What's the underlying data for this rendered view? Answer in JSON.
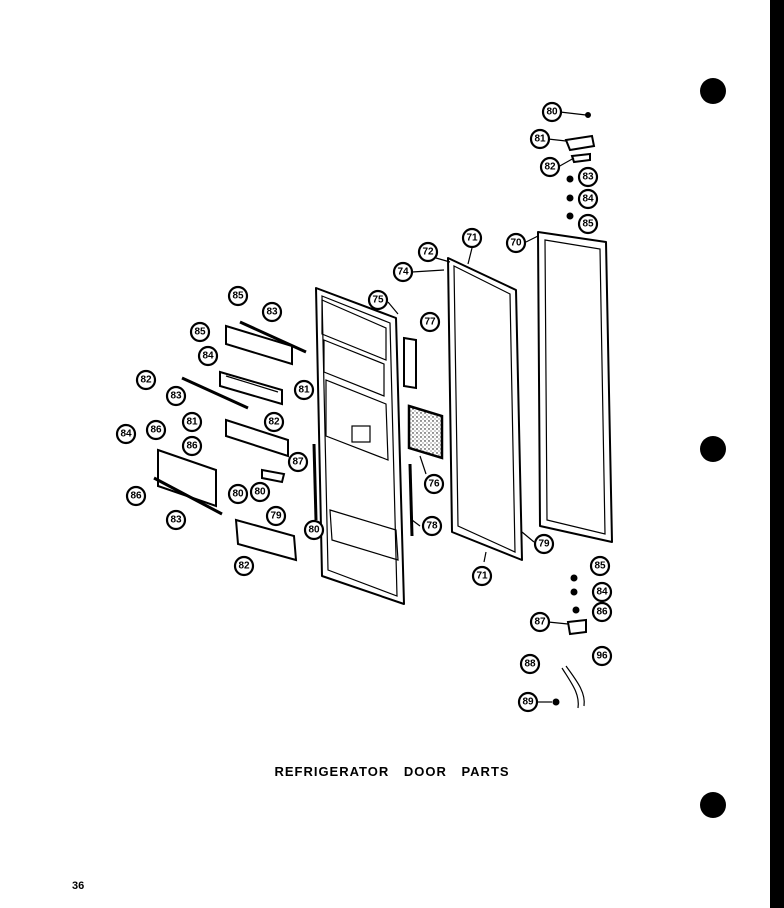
{
  "title": "REFRIGERATOR DOOR PARTS",
  "page_number": "36",
  "callouts": [
    "80",
    "81",
    "82",
    "83",
    "84",
    "85",
    "70",
    "71",
    "72",
    "74",
    "75",
    "77",
    "85",
    "83",
    "85",
    "84",
    "82",
    "83",
    "81",
    "81",
    "82",
    "84",
    "86",
    "86",
    "86",
    "87",
    "80",
    "80",
    "83",
    "79",
    "80",
    "82",
    "76",
    "78",
    "79",
    "71",
    "85",
    "84",
    "86",
    "87",
    "96",
    "88",
    "89"
  ]
}
